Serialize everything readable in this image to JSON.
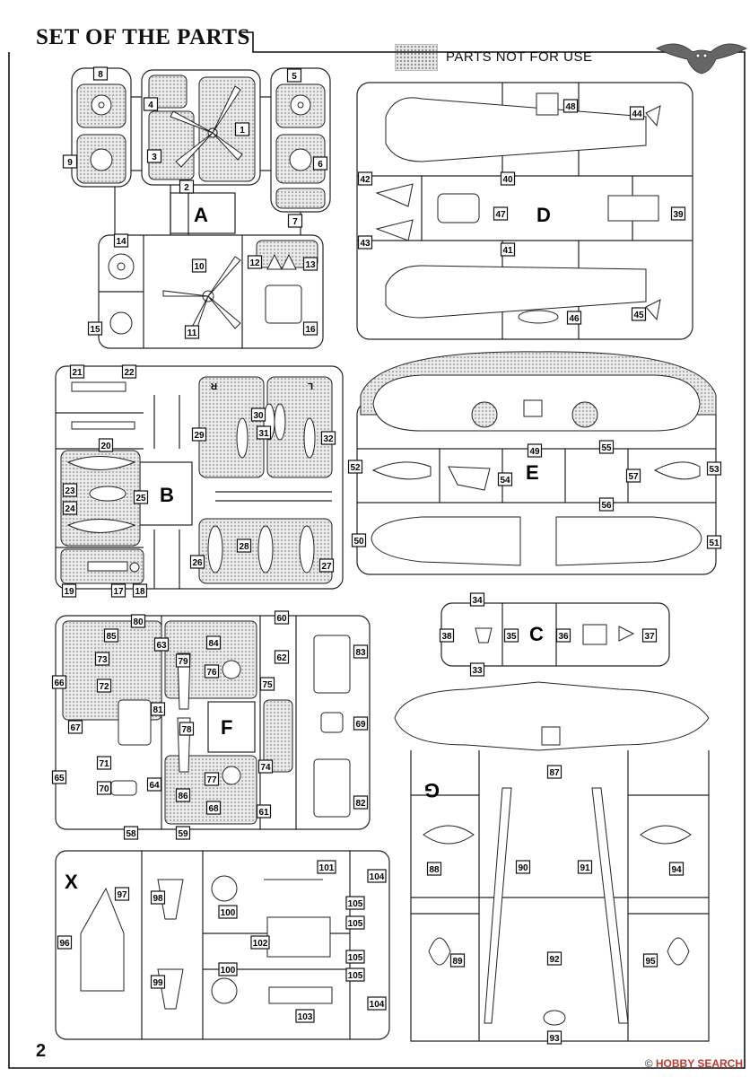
{
  "header": {
    "title": "SET OF THE PARTS"
  },
  "legend": {
    "text": "PARTS NOT FOR USE"
  },
  "page_number": "2",
  "footer": {
    "watermark": "HOBBY SEARCH"
  },
  "sprues": {
    "A": "A",
    "B": "B",
    "C": "C",
    "D": "D",
    "E": "E",
    "F": "F",
    "G": "G",
    "X": "X",
    "B_side_R": "R",
    "B_side_L": "L"
  },
  "parts": [
    {
      "id": "8"
    },
    {
      "id": "5"
    },
    {
      "id": "4"
    },
    {
      "id": "1"
    },
    {
      "id": "3"
    },
    {
      "id": "2"
    },
    {
      "id": "9"
    },
    {
      "id": "6"
    },
    {
      "id": "7"
    },
    {
      "id": "14"
    },
    {
      "id": "10"
    },
    {
      "id": "12"
    },
    {
      "id": "13"
    },
    {
      "id": "15"
    },
    {
      "id": "11"
    },
    {
      "id": "16"
    },
    {
      "id": "48"
    },
    {
      "id": "44"
    },
    {
      "id": "40"
    },
    {
      "id": "42"
    },
    {
      "id": "47"
    },
    {
      "id": "39"
    },
    {
      "id": "43"
    },
    {
      "id": "41"
    },
    {
      "id": "46"
    },
    {
      "id": "45"
    },
    {
      "id": "21"
    },
    {
      "id": "22"
    },
    {
      "id": "20"
    },
    {
      "id": "29"
    },
    {
      "id": "30"
    },
    {
      "id": "31"
    },
    {
      "id": "32"
    },
    {
      "id": "23"
    },
    {
      "id": "25"
    },
    {
      "id": "24"
    },
    {
      "id": "28"
    },
    {
      "id": "26"
    },
    {
      "id": "27"
    },
    {
      "id": "19"
    },
    {
      "id": "17"
    },
    {
      "id": "18"
    },
    {
      "id": "49"
    },
    {
      "id": "55"
    },
    {
      "id": "52"
    },
    {
      "id": "54"
    },
    {
      "id": "57"
    },
    {
      "id": "53"
    },
    {
      "id": "56"
    },
    {
      "id": "50"
    },
    {
      "id": "51"
    },
    {
      "id": "34"
    },
    {
      "id": "38"
    },
    {
      "id": "35"
    },
    {
      "id": "36"
    },
    {
      "id": "37"
    },
    {
      "id": "33"
    },
    {
      "id": "80"
    },
    {
      "id": "60"
    },
    {
      "id": "85"
    },
    {
      "id": "63"
    },
    {
      "id": "84"
    },
    {
      "id": "83"
    },
    {
      "id": "73"
    },
    {
      "id": "79"
    },
    {
      "id": "62"
    },
    {
      "id": "76"
    },
    {
      "id": "66"
    },
    {
      "id": "72"
    },
    {
      "id": "75"
    },
    {
      "id": "81"
    },
    {
      "id": "78"
    },
    {
      "id": "67"
    },
    {
      "id": "69"
    },
    {
      "id": "71"
    },
    {
      "id": "74"
    },
    {
      "id": "65"
    },
    {
      "id": "77"
    },
    {
      "id": "70"
    },
    {
      "id": "64"
    },
    {
      "id": "86"
    },
    {
      "id": "68"
    },
    {
      "id": "61"
    },
    {
      "id": "82"
    },
    {
      "id": "58"
    },
    {
      "id": "59"
    },
    {
      "id": "87"
    },
    {
      "id": "88"
    },
    {
      "id": "90"
    },
    {
      "id": "91"
    },
    {
      "id": "94"
    },
    {
      "id": "89"
    },
    {
      "id": "92"
    },
    {
      "id": "95"
    },
    {
      "id": "93"
    },
    {
      "id": "97"
    },
    {
      "id": "98"
    },
    {
      "id": "101"
    },
    {
      "id": "104"
    },
    {
      "id": "96"
    },
    {
      "id": "100"
    },
    {
      "id": "105"
    },
    {
      "id": "102"
    },
    {
      "id": "99"
    },
    {
      "id": "103"
    }
  ]
}
